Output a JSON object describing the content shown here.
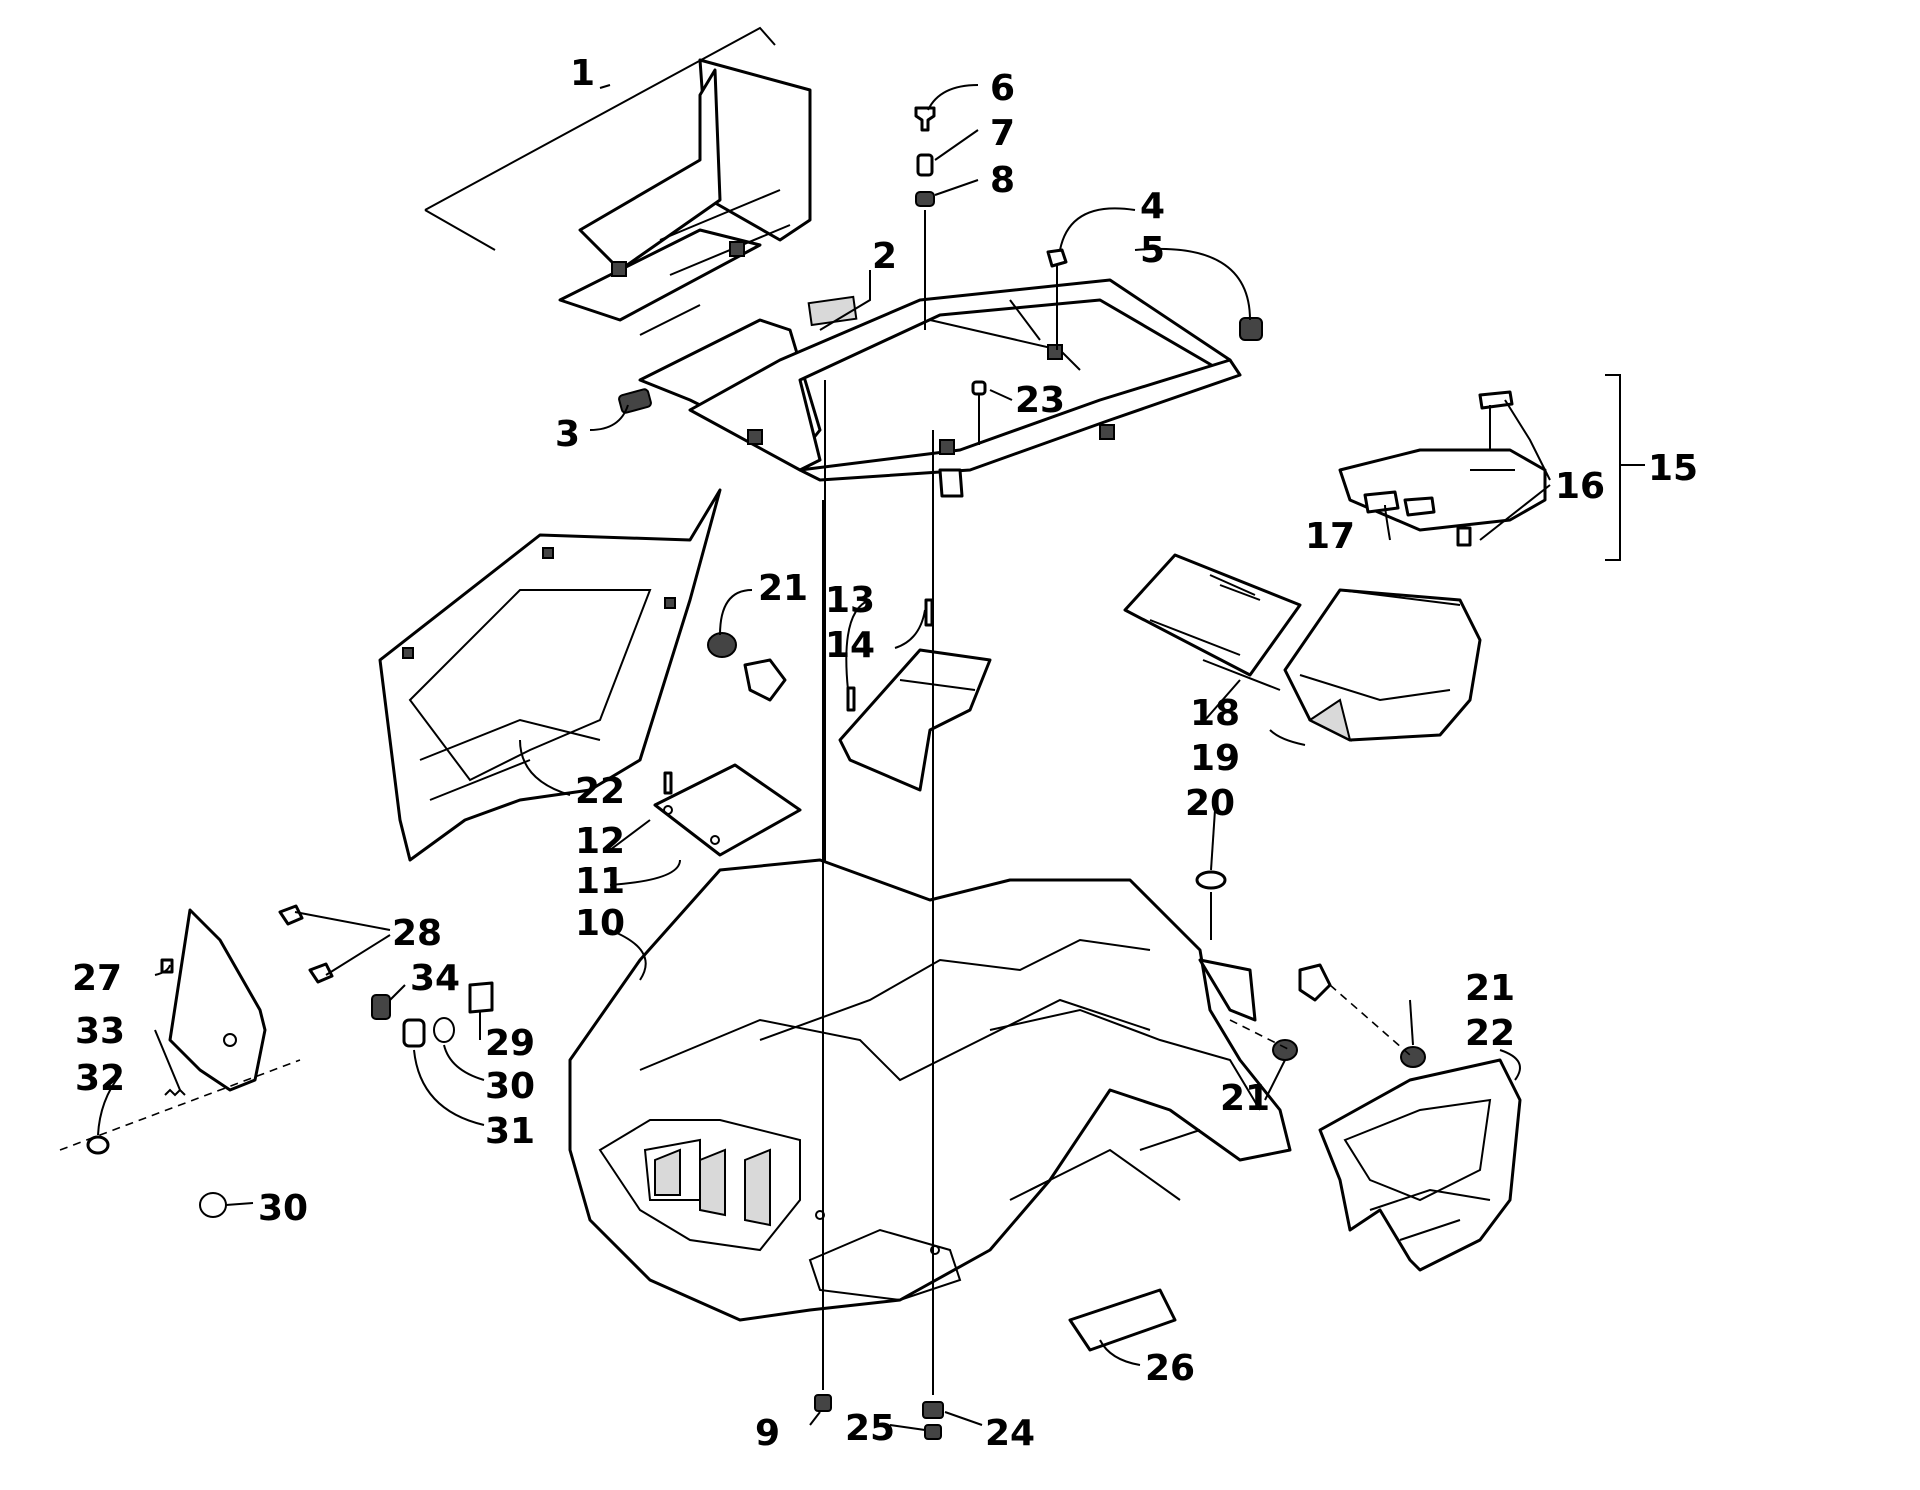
{
  "callouts": [
    {
      "id": "c1",
      "text": "1"
    },
    {
      "id": "c2",
      "text": "2"
    },
    {
      "id": "c3",
      "text": "3"
    },
    {
      "id": "c4",
      "text": "4"
    },
    {
      "id": "c5",
      "text": "5"
    },
    {
      "id": "c6",
      "text": "6"
    },
    {
      "id": "c7",
      "text": "7"
    },
    {
      "id": "c8",
      "text": "8"
    },
    {
      "id": "c9",
      "text": "9"
    },
    {
      "id": "c10",
      "text": "10"
    },
    {
      "id": "c11",
      "text": "11"
    },
    {
      "id": "c12",
      "text": "12"
    },
    {
      "id": "c13",
      "text": "13"
    },
    {
      "id": "c14",
      "text": "14"
    },
    {
      "id": "c15",
      "text": "15"
    },
    {
      "id": "c16",
      "text": "16"
    },
    {
      "id": "c17",
      "text": "17"
    },
    {
      "id": "c18",
      "text": "18"
    },
    {
      "id": "c19",
      "text": "19"
    },
    {
      "id": "c20",
      "text": "20"
    },
    {
      "id": "c21a",
      "text": "21"
    },
    {
      "id": "c21b",
      "text": "21"
    },
    {
      "id": "c21c",
      "text": "21"
    },
    {
      "id": "c22a",
      "text": "22"
    },
    {
      "id": "c22b",
      "text": "22"
    },
    {
      "id": "c23",
      "text": "23"
    },
    {
      "id": "c24",
      "text": "24"
    },
    {
      "id": "c25",
      "text": "25"
    },
    {
      "id": "c26",
      "text": "26"
    },
    {
      "id": "c27",
      "text": "27"
    },
    {
      "id": "c28",
      "text": "28"
    },
    {
      "id": "c29",
      "text": "29"
    },
    {
      "id": "c30a",
      "text": "30"
    },
    {
      "id": "c30b",
      "text": "30"
    },
    {
      "id": "c31",
      "text": "31"
    },
    {
      "id": "c32",
      "text": "32"
    },
    {
      "id": "c33",
      "text": "33"
    },
    {
      "id": "c34",
      "text": "34"
    }
  ]
}
